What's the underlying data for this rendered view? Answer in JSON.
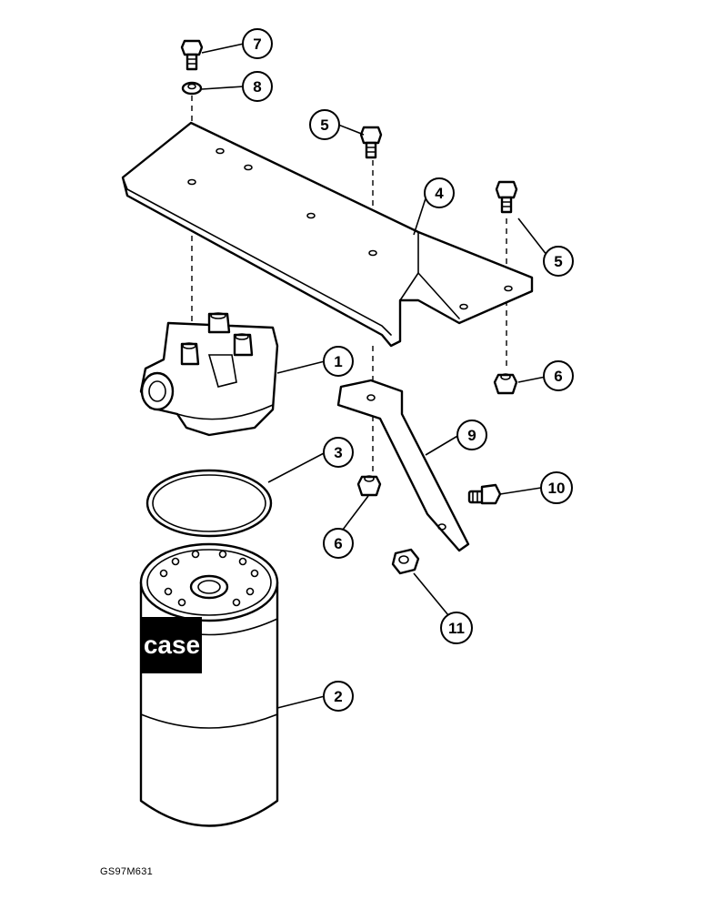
{
  "figure_code": "GS97M631",
  "brand_text": "case",
  "callouts": [
    {
      "id": "callout-1",
      "label": "1"
    },
    {
      "id": "callout-2",
      "label": "2"
    },
    {
      "id": "callout-3",
      "label": "3"
    },
    {
      "id": "callout-4",
      "label": "4"
    },
    {
      "id": "callout-5a",
      "label": "5"
    },
    {
      "id": "callout-5b",
      "label": "5"
    },
    {
      "id": "callout-6a",
      "label": "6"
    },
    {
      "id": "callout-6b",
      "label": "6"
    },
    {
      "id": "callout-7",
      "label": "7"
    },
    {
      "id": "callout-8",
      "label": "8"
    },
    {
      "id": "callout-9",
      "label": "9"
    },
    {
      "id": "callout-10",
      "label": "10"
    },
    {
      "id": "callout-11",
      "label": "11"
    }
  ]
}
